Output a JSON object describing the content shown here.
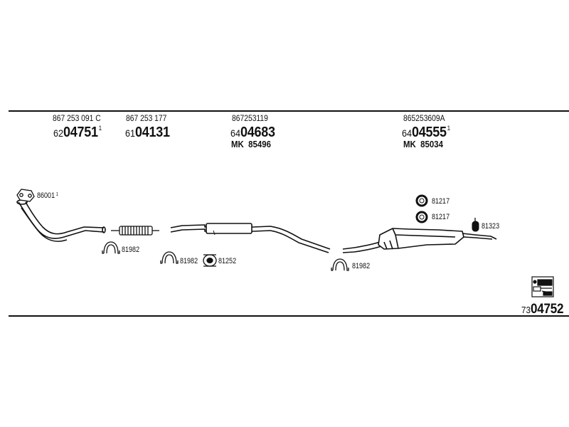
{
  "oe_numbers": [
    "867 253 091 C",
    "867 253 177",
    "867253119",
    "865253609A"
  ],
  "parts": [
    {
      "prefix": "62",
      "number": "04751",
      "note": "1"
    },
    {
      "prefix": "61",
      "number": "04131",
      "note": ""
    },
    {
      "prefix": "64",
      "number": "04683",
      "note": ""
    },
    {
      "prefix": "64",
      "number": "04555",
      "note": "1"
    }
  ],
  "mk_labels": [
    {
      "mk": "MK",
      "code": "85496"
    },
    {
      "mk": "MK",
      "code": "85034"
    }
  ],
  "fittings": [
    {
      "code": "86001",
      "note": "1"
    },
    {
      "code": "81982"
    },
    {
      "code": "81982"
    },
    {
      "code": "81252"
    },
    {
      "code": "81982"
    },
    {
      "code": "81217"
    },
    {
      "code": "81217"
    },
    {
      "code": "81323"
    }
  ],
  "kit": {
    "prefix": "73",
    "number": "04752"
  },
  "icons": [
    "gasket-icon",
    "clamp-icon",
    "rubber-mount-icon",
    "seal-ring-icon",
    "hanger-icon",
    "catalogue-kit-icon"
  ],
  "colors": {
    "line": "#111111",
    "background": "#ffffff"
  }
}
